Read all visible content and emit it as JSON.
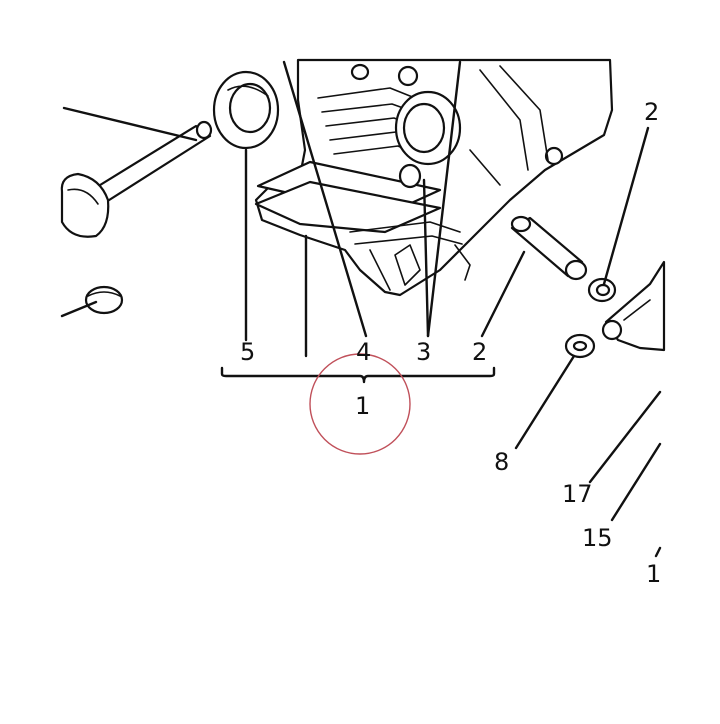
{
  "callouts": {
    "label_5": "5",
    "label_4": "4",
    "label_3": "3",
    "label_2_left": "2",
    "label_1": "1",
    "label_2_top_right": "2",
    "label_8": "8",
    "label_17": "17",
    "label_15": "15",
    "label_1_cut": "1"
  },
  "colors": {
    "line": "#111111",
    "highlight_circle": "#c0505a",
    "background": "#ffffff"
  }
}
